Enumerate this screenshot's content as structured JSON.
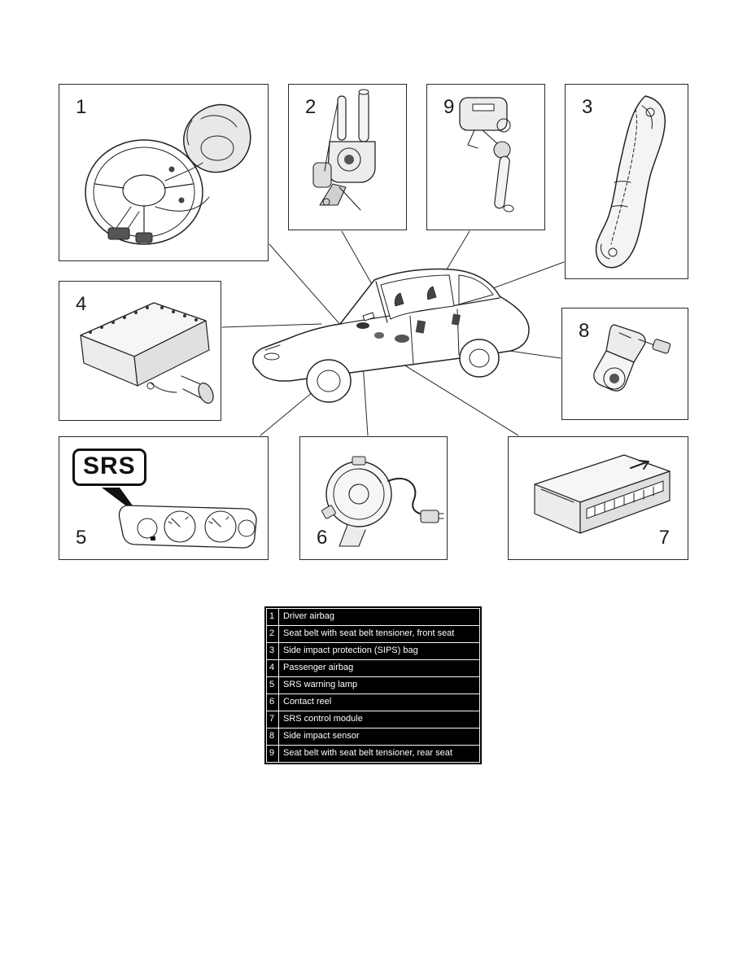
{
  "figure": {
    "callouts": {
      "c1": "1",
      "c2": "2",
      "c3": "3",
      "c4": "4",
      "c5": "5",
      "c6": "6",
      "c7": "7",
      "c8": "8",
      "c9": "9"
    },
    "srs_badge": "SRS"
  },
  "legend": {
    "rows": [
      {
        "num": "1",
        "text": "Driver airbag"
      },
      {
        "num": "2",
        "text": "Seat belt with seat belt tensioner, front seat"
      },
      {
        "num": "3",
        "text": "Side impact protection (SIPS) bag"
      },
      {
        "num": "4",
        "text": "Passenger airbag"
      },
      {
        "num": "5",
        "text": "SRS warning lamp"
      },
      {
        "num": "6",
        "text": "Contact reel"
      },
      {
        "num": "7",
        "text": "SRS control module"
      },
      {
        "num": "8",
        "text": "Side impact sensor"
      },
      {
        "num": "9",
        "text": "Seat belt with seat belt tensioner, rear seat"
      }
    ]
  }
}
